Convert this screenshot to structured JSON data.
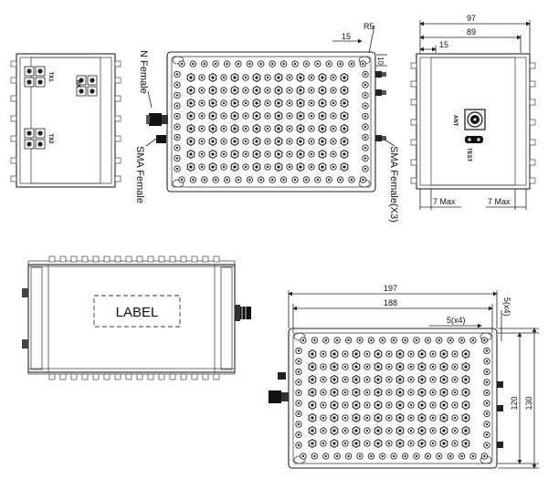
{
  "labels": {
    "n_female": "N Female",
    "sma_female": "SMA Female",
    "sma_female_x3": "SMA Female(X3)",
    "label_box": "LABEL",
    "tx1": "TX1",
    "tx2": "TX2",
    "rx": "RX",
    "ant": "ANT",
    "test": "TEST"
  },
  "dimensions": {
    "r5": "R5",
    "d15_top": "15",
    "d10": "10",
    "d97": "97",
    "d89": "89",
    "d15_right": "15",
    "max_left": "7 Max",
    "max_right": "7 Max",
    "d197": "197",
    "d188": "188",
    "d5x4_a": "5(x4)",
    "d5x4_b": "5(x4)",
    "d120": "120",
    "d130": "130"
  }
}
